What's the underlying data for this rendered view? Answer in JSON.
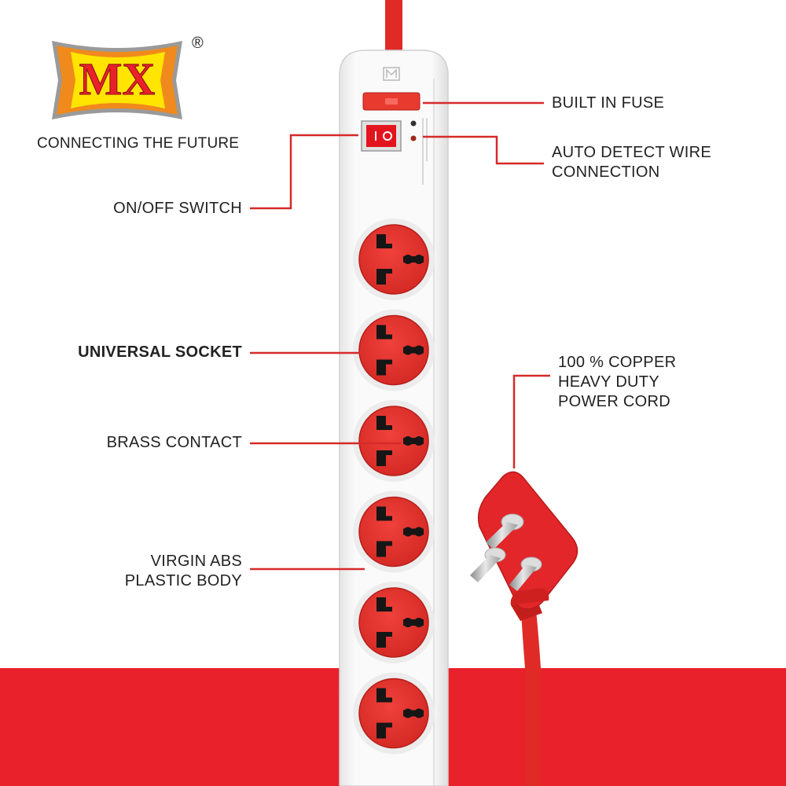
{
  "brand": {
    "logo_text": "MX",
    "registered_mark": "®",
    "tagline": "CONNECTING THE FUTURE"
  },
  "labels": {
    "built_in_fuse": "BUILT IN FUSE",
    "auto_detect_line1": "AUTO DETECT WIRE",
    "auto_detect_line2": "CONNECTION",
    "on_off_switch": "ON/OFF SWITCH",
    "universal_socket": "UNIVERSAL SOCKET",
    "brass_contact": "BRASS CONTACT",
    "abs_line1": "VIRGIN ABS",
    "abs_line2": "PLASTIC BODY",
    "copper_line1": "100 % COPPER",
    "copper_line2": "HEAVY DUTY",
    "copper_line3": "POWER CORD"
  },
  "product": {
    "socket_count": 6
  },
  "colors": {
    "brand_red": "#e8212b",
    "callout_line": "#d62a2a",
    "body_white": "#f4f4f4",
    "logo_yellow": "#ffe500",
    "logo_orange": "#f08a1c"
  }
}
